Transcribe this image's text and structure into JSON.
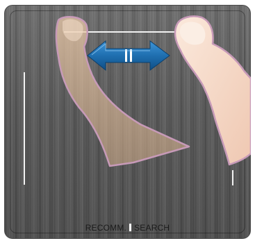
{
  "touchpad": {
    "left_label": "RECOMM.",
    "right_label": "SEARCH"
  },
  "gesture": {
    "type": "horizontal swipe",
    "direction": "left-right",
    "arrow_color": "#1f6fb0",
    "hand_color": "#f3d9c8"
  },
  "colors": {
    "pad_base": "#5e5e5e",
    "edge_lines": "#f2f2f2"
  }
}
